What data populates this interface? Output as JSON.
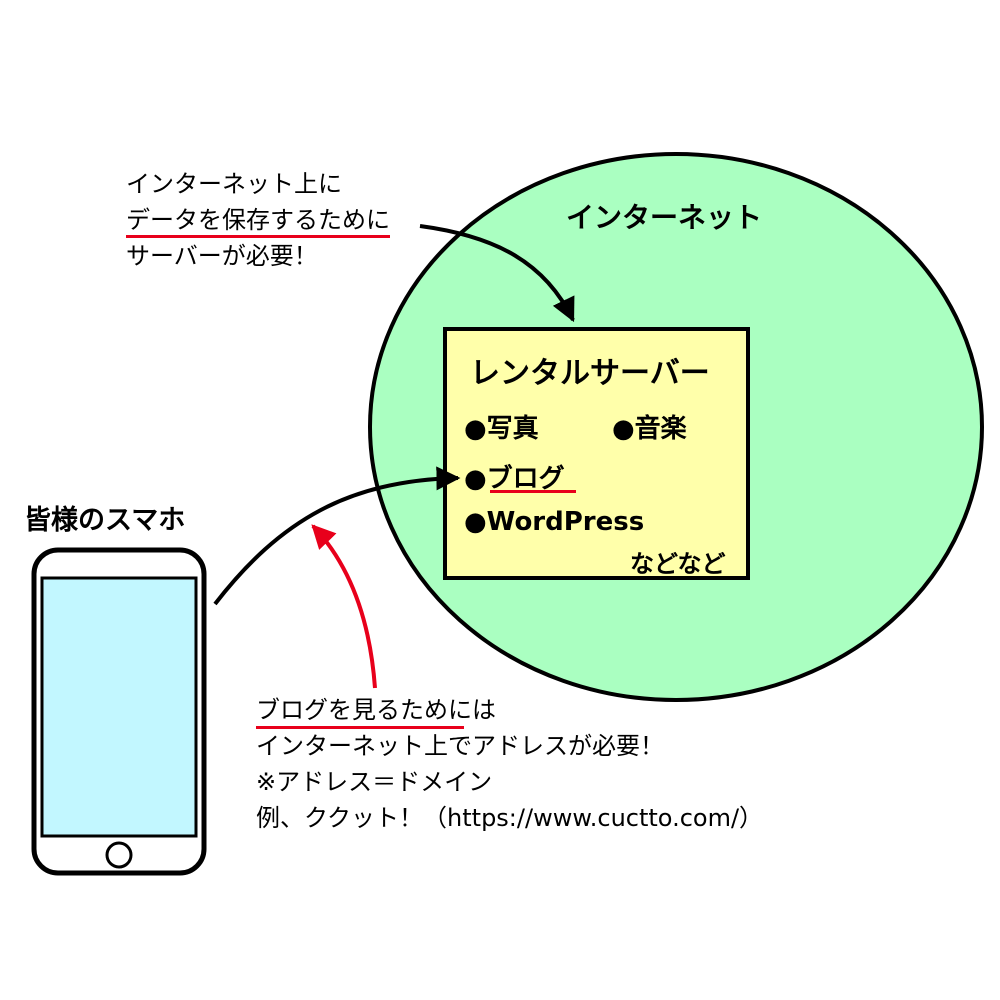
{
  "internet_label": "インターネット",
  "server": {
    "title": "レンタルサーバー",
    "items": [
      "●写真",
      "●音楽",
      "●ブログ",
      "●WordPress"
    ],
    "etc": "などなど"
  },
  "top_note": {
    "lines": [
      "インターネット上に",
      "データを保存するために",
      "サーバーが必要！"
    ]
  },
  "phone_label": "皆様のスマホ",
  "bottom_note": {
    "lines": [
      "ブログを見るためには",
      "インターネット上でアドレスが必要！",
      "※アドレス＝ドメイン",
      "例、ククット！（https://www.cuctto.com/）"
    ]
  },
  "colors": {
    "internet_fill": "#aaffc1",
    "server_fill": "#ffffaa",
    "screen_fill": "#c2f7ff",
    "highlight": "#e8001b"
  },
  "icons": [
    "home-button-icon"
  ]
}
